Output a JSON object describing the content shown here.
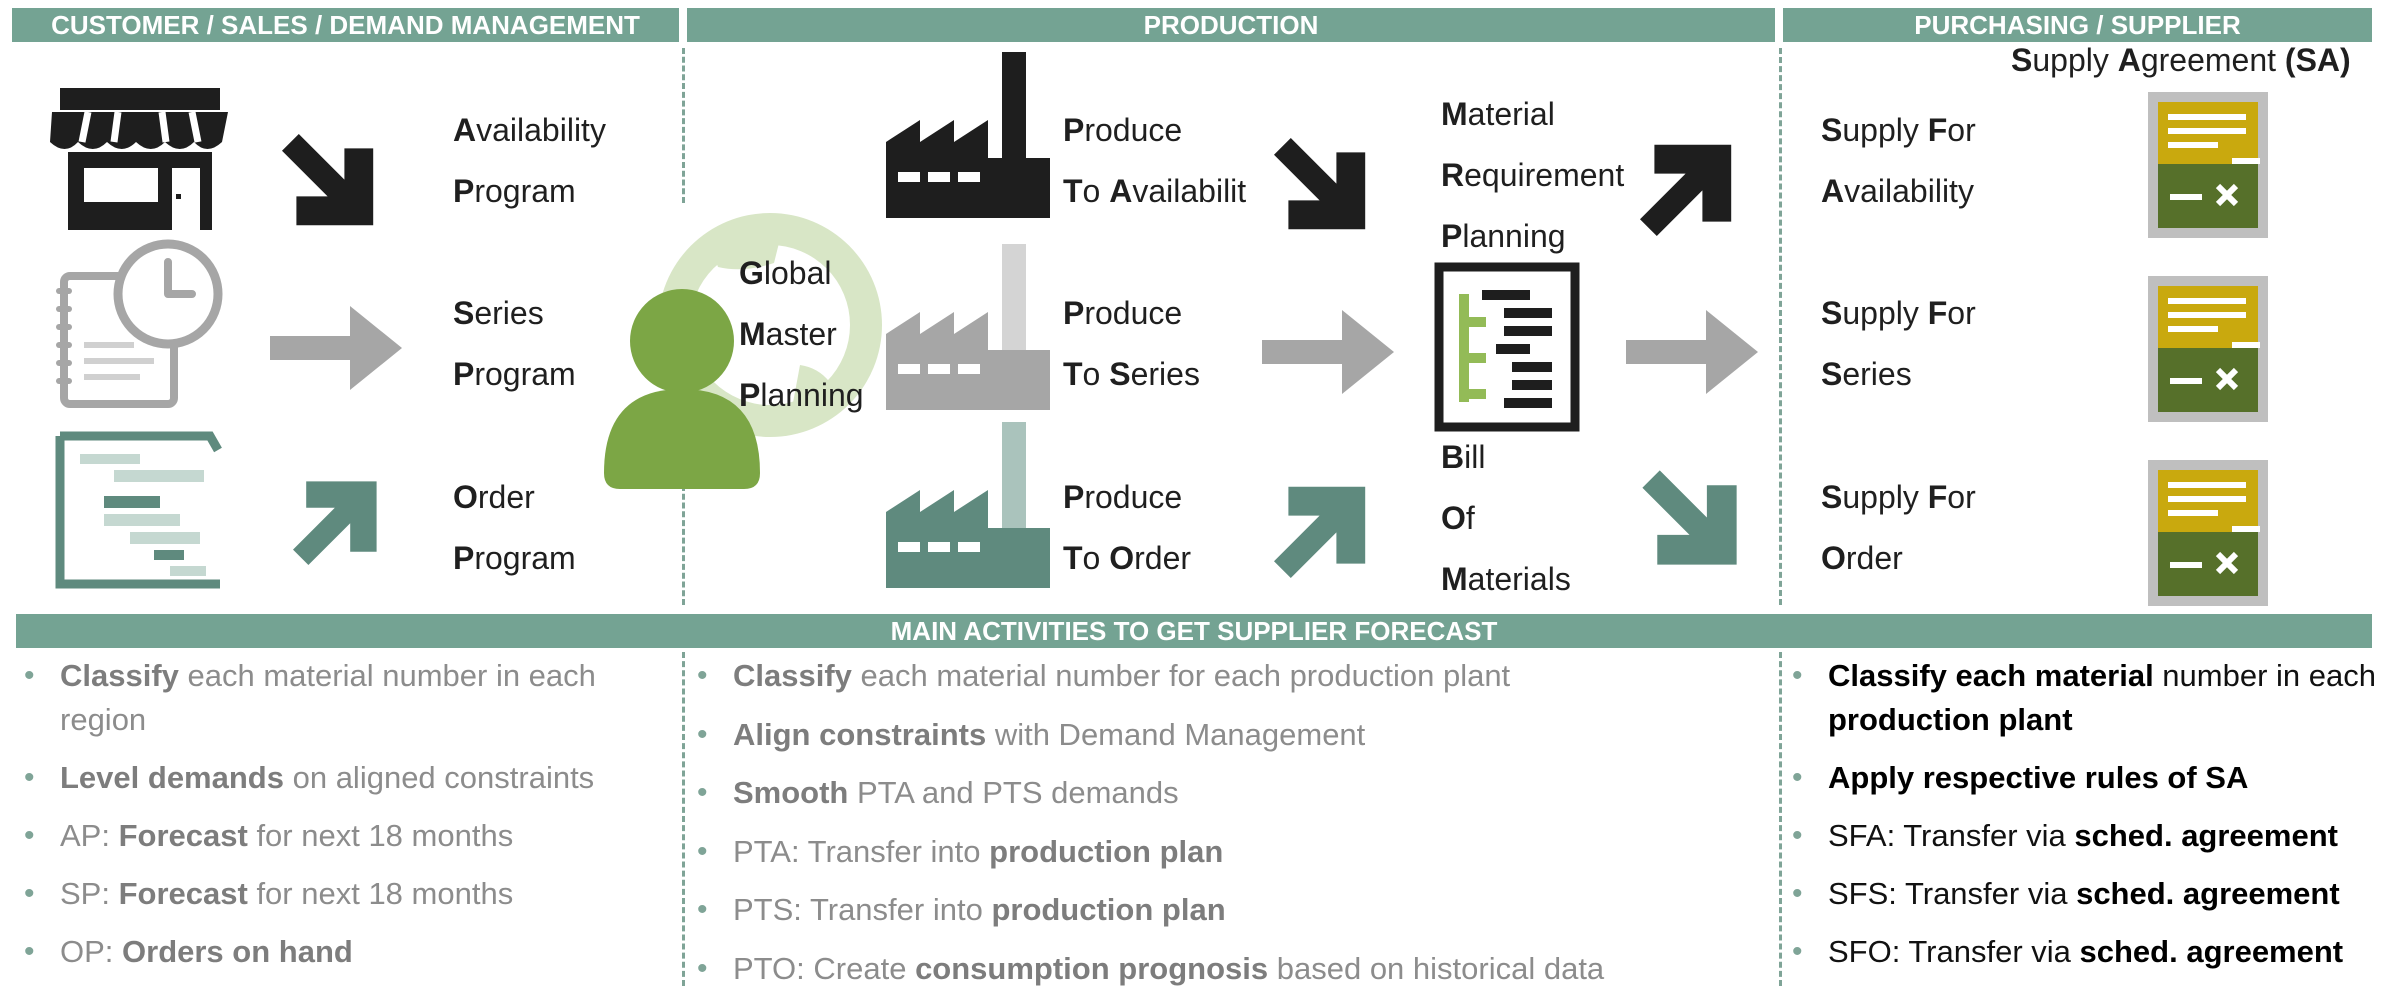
{
  "headers": {
    "customer": "CUSTOMER / SALES / DEMAND MANAGEMENT",
    "production": "PRODUCTION",
    "purchasing": "PURCHASING / SUPPLIER",
    "main_activities": "MAIN ACTIVITIES TO GET SUPPLIER FORECAST"
  },
  "colors": {
    "header_bg": "#74a393",
    "dark": "#1e1e1e",
    "gray": "#a6a6a6",
    "teal": "#5f8a7e",
    "green": "#7ca645",
    "sa_gold": "#c9a90e",
    "sa_olive": "#56702a"
  },
  "demand_programs": [
    {
      "cap1": "A",
      "rest1": "vailability",
      "cap2": "P",
      "rest2": "rogram"
    },
    {
      "cap1": "S",
      "rest1": "eries",
      "cap2": "P",
      "rest2": "rogram"
    },
    {
      "cap1": "O",
      "rest1": "rder",
      "cap2": "P",
      "rest2": "rogram"
    }
  ],
  "gmp": [
    {
      "cap": "G",
      "rest": "lobal"
    },
    {
      "cap": "M",
      "rest": "aster"
    },
    {
      "cap": "P",
      "rest": "lanning"
    }
  ],
  "produce": [
    {
      "cap1": "P",
      "rest1": "roduce",
      "cap2": "T",
      "rest2a": "o ",
      "cap3": "A",
      "rest3": "vailabilit"
    },
    {
      "cap1": "P",
      "rest1": "roduce",
      "cap2": "T",
      "rest2a": "o ",
      "cap3": "S",
      "rest3": "eries"
    },
    {
      "cap1": "P",
      "rest1": "roduce",
      "cap2": "T",
      "rest2a": "o ",
      "cap3": "O",
      "rest3": "rder"
    }
  ],
  "mrp": [
    {
      "cap": "M",
      "rest": "aterial"
    },
    {
      "cap": "R",
      "rest": "equirement"
    },
    {
      "cap": "P",
      "rest": "lanning"
    }
  ],
  "bom": [
    {
      "cap": "B",
      "rest": "ill"
    },
    {
      "cap": "O",
      "rest": "f"
    },
    {
      "cap": "M",
      "rest": "aterials"
    }
  ],
  "supply_agreement": {
    "cap1": "S",
    "rest1": "upply ",
    "cap2": "A",
    "rest2": "greement ",
    "abbr": "(SA)"
  },
  "supply": [
    {
      "cap1": "S",
      "rest1": "upply ",
      "cap2": "F",
      "rest2": "or",
      "cap3": "A",
      "rest3": "vailability"
    },
    {
      "cap1": "S",
      "rest1": "upply ",
      "cap2": "F",
      "rest2": "or",
      "cap3": "S",
      "rest3": "eries"
    },
    {
      "cap1": "S",
      "rest1": "upply ",
      "cap2": "F",
      "rest2": "or",
      "cap3": "O",
      "rest3": "rder"
    }
  ],
  "activities": {
    "customer": [
      {
        "pre": "",
        "bold": "Classify",
        "post": " each material number in each region"
      },
      {
        "pre": "",
        "bold": "Level demands",
        "post": " on aligned constraints"
      },
      {
        "pre": "AP: ",
        "bold": "Forecast",
        "post": " for next 18 months"
      },
      {
        "pre": "SP: ",
        "bold": "Forecast",
        "post": " for next 18 months"
      },
      {
        "pre": "OP: ",
        "bold": "Orders on hand",
        "post": ""
      }
    ],
    "production": [
      {
        "pre": "",
        "bold": "Classify",
        "post": " each material number for each production plant"
      },
      {
        "pre": "",
        "bold": "Align constraints",
        "post": " with Demand Management"
      },
      {
        "pre": "",
        "bold": "Smooth",
        "post": " PTA and PTS demands"
      },
      {
        "pre": "PTA: Transfer into ",
        "bold": "production plan",
        "post": ""
      },
      {
        "pre": "PTS: Transfer into ",
        "bold": "production plan",
        "post": ""
      },
      {
        "pre": "PTO: Create ",
        "bold": "consumption prognosis",
        "post": " based on historical data"
      }
    ],
    "purchasing": {
      "first": {
        "bold1": "Classify each material",
        "mid": " number in each ",
        "bold2": "production plant"
      },
      "items": [
        {
          "pre": "",
          "bold": "Apply respective rules of SA",
          "post": ""
        },
        {
          "pre": "SFA: Transfer via ",
          "bold": "sched. agreement",
          "post": ""
        },
        {
          "pre": "SFS: Transfer via ",
          "bold": "sched. agreement",
          "post": ""
        },
        {
          "pre": "SFO: Transfer via ",
          "bold": "sched. agreement",
          "post": ""
        }
      ]
    }
  }
}
